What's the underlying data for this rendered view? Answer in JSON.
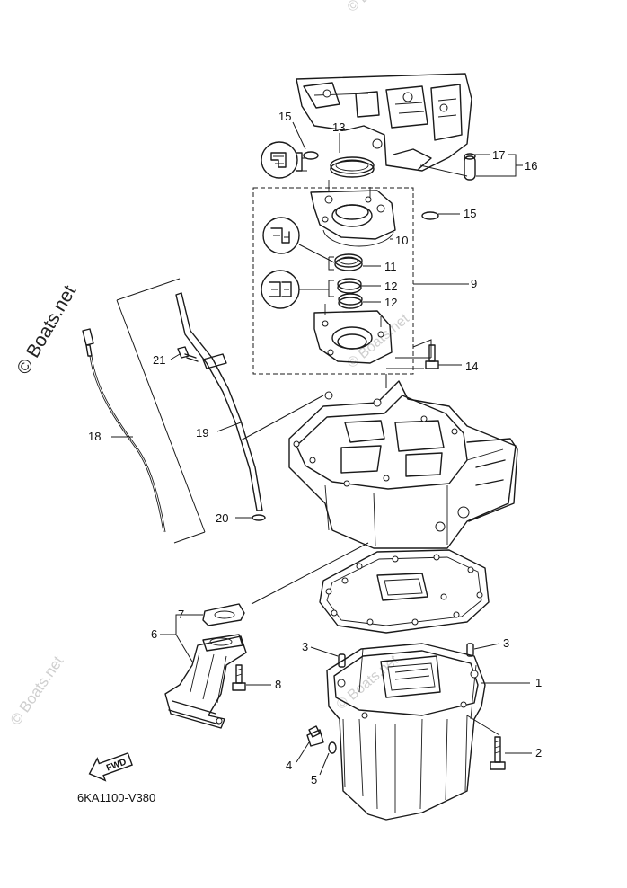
{
  "watermark": {
    "main": "© Boats.net",
    "faint": "© Boats.net"
  },
  "callouts": [
    "1",
    "2",
    "3",
    "3",
    "4",
    "5",
    "6",
    "7",
    "8",
    "9",
    "10",
    "11",
    "12",
    "12",
    "13",
    "14",
    "15",
    "15",
    "16",
    "17",
    "18",
    "19",
    "20",
    "21"
  ],
  "fwd_label": "FWD",
  "diagram_code": "6KA1100-V380"
}
